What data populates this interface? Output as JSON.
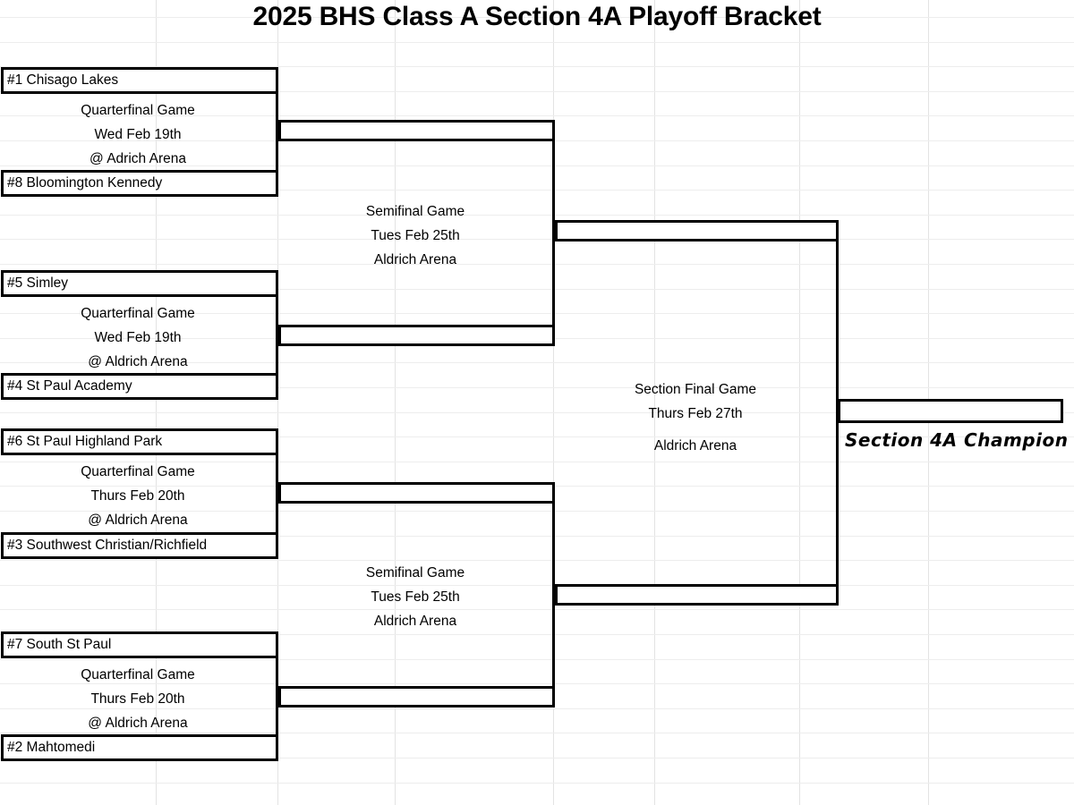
{
  "title": "2025 BHS Class A Section 4A Playoff Bracket",
  "champion": {
    "label": "Section 4A Champion",
    "slot_value": ""
  },
  "grid": {
    "vertical_lines": [
      174,
      310,
      441,
      618,
      731,
      893,
      1037
    ],
    "horizontal_step": 27.6,
    "row_count": 33,
    "line_color": "#e3e3e3"
  },
  "rounds": {
    "quarterfinals": [
      {
        "id": "qf1",
        "top_team": "#1 Chisago Lakes",
        "bottom_team": "#8 Bloomington Kennedy",
        "game_label": "Quarterfinal Game",
        "date": "Wed Feb 19th",
        "venue": "@ Adrich Arena"
      },
      {
        "id": "qf2",
        "top_team": "#5 Simley",
        "bottom_team": "#4 St Paul Academy",
        "game_label": "Quarterfinal Game",
        "date": "Wed Feb 19th",
        "venue": "@ Aldrich Arena"
      },
      {
        "id": "qf3",
        "top_team": "#6 St Paul Highland Park",
        "bottom_team": "#3 Southwest Christian/Richfield",
        "game_label": "Quarterfinal Game",
        "date": "Thurs Feb 20th",
        "venue": "@ Aldrich Arena"
      },
      {
        "id": "qf4",
        "top_team": "#7 South St Paul",
        "bottom_team": "#2 Mahtomedi",
        "game_label": "Quarterfinal Game",
        "date": "Thurs Feb 20th",
        "venue": "@ Aldrich Arena"
      }
    ],
    "semifinals": [
      {
        "id": "sf1",
        "game_label": "Semifinal Game",
        "date": "Tues Feb 25th",
        "venue": "Aldrich Arena",
        "top_slot": "",
        "bottom_slot": ""
      },
      {
        "id": "sf2",
        "game_label": "Semifinal Game",
        "date": "Tues Feb 25th",
        "venue": "Aldrich Arena",
        "top_slot": "",
        "bottom_slot": ""
      }
    ],
    "final": {
      "id": "final",
      "game_label": "Section Final Game",
      "date": "Thurs Feb 27th",
      "venue": "Aldrich Arena",
      "top_slot": "",
      "bottom_slot": ""
    }
  }
}
